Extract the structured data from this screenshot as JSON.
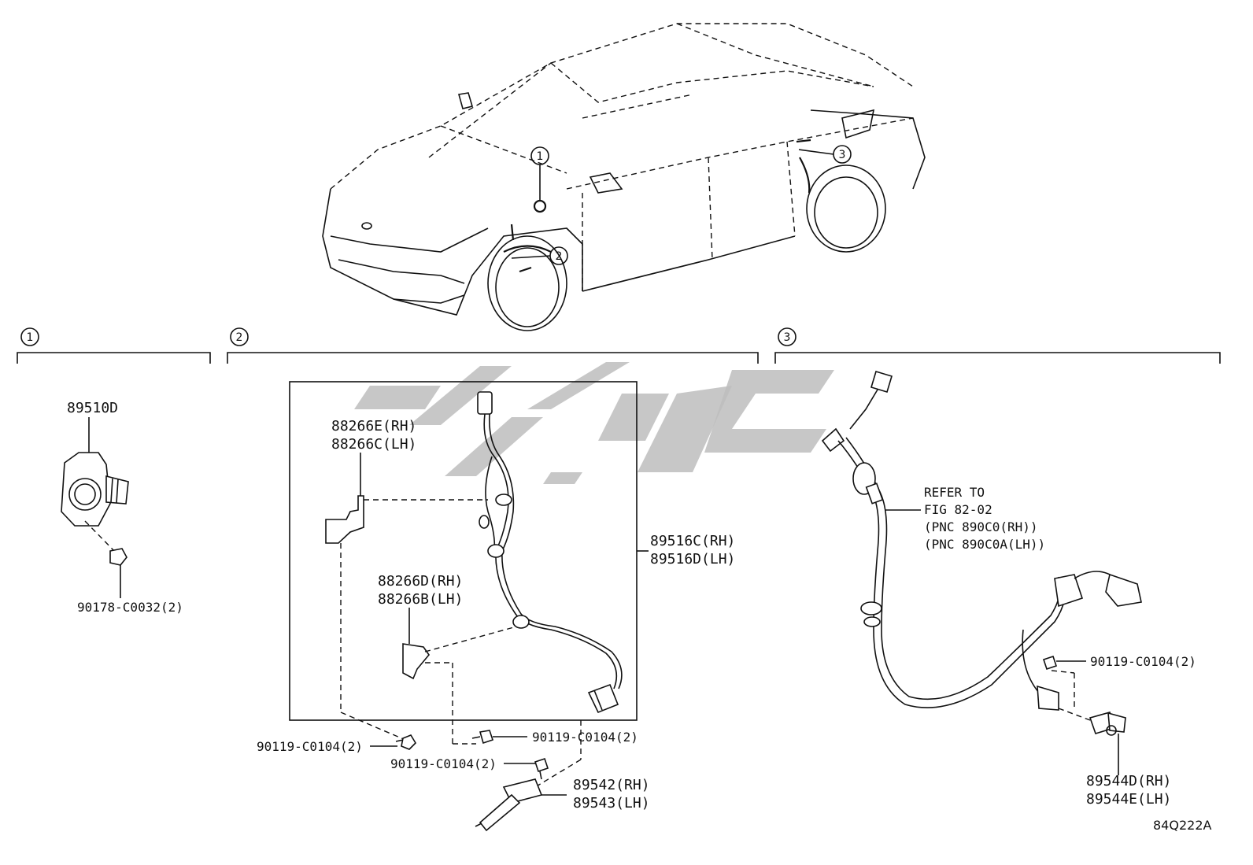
{
  "diagram_code": "84Q222A",
  "car_callouts": [
    "1",
    "2",
    "3"
  ],
  "sections": [
    {
      "number": "1",
      "parts": [
        {
          "label": "89510D"
        },
        {
          "label": "90178-C0032(2)"
        }
      ]
    },
    {
      "number": "2",
      "parts": [
        {
          "label_rh": "88266E(RH)",
          "label_lh": "88266C(LH)"
        },
        {
          "label_rh": "88266D(RH)",
          "label_lh": "88266B(LH)"
        },
        {
          "label_rh": "89516C(RH)",
          "label_lh": "89516D(LH)"
        },
        {
          "label": "90119-C0104(2)"
        },
        {
          "label": "90119-C0104(2)"
        },
        {
          "label": "90119-C0104(2)"
        },
        {
          "label_rh": "89542(RH)",
          "label_lh": "89543(LH)"
        }
      ]
    },
    {
      "number": "3",
      "refer": [
        "REFER TO",
        "FIG 82-02",
        "(PNC 890C0(RH))",
        "(PNC 890C0A(LH))"
      ],
      "parts": [
        {
          "label": "90119-C0104(2)"
        },
        {
          "label_rh": "89544D(RH)",
          "label_lh": "89544E(LH)"
        }
      ]
    }
  ]
}
